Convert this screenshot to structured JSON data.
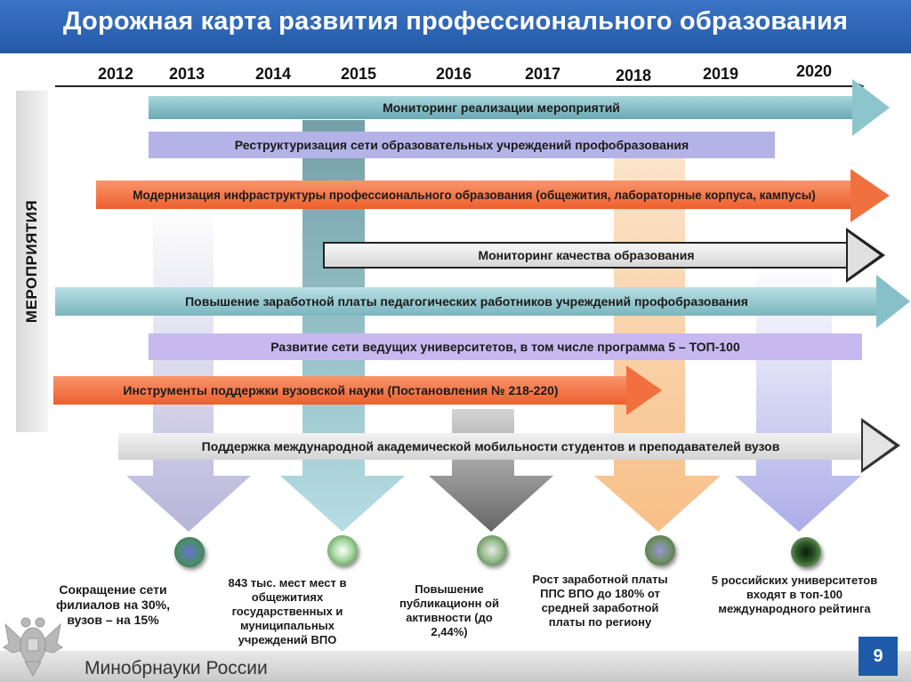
{
  "header": {
    "title": "Дорожная карта развития профессионального образования"
  },
  "years": [
    "2012",
    "2013",
    "2014",
    "2015",
    "2016",
    "2017",
    "2018",
    "2019",
    "2020"
  ],
  "side_label": "МЕРОПРИЯТИЯ",
  "activities": [
    "Мониторинг реализации мероприятий",
    "Реструктуризация сети образовательных учреждений профобразования",
    "Модернизация инфраструктуры профессионального образования (общежития, лабораторные корпуса, кампусы)",
    "Мониторинг качества образования",
    "Повышение заработной платы педагогических работников учреждений профобразования",
    "Развитие сети ведущих университетов, в том числе программа 5 – ТОП-100",
    "Инструменты поддержки вузовской науки (Постановления № 218-220)",
    "Поддержка международной академической мобильности студентов и преподавателей вузов"
  ],
  "results": [
    "Сокращение сети филиалов на 30%, вузов – на 15%",
    "843 тыс. мест мест в общежитиях государственных и муниципальных учреждений ВПО",
    "Повышение публикационн ой активности (до 2,44%)",
    "Рост заработной платы ППС ВПО до 180% от средней заработной платы по региону",
    "5 российских университетов входят в топ-100 международного рейтинга"
  ],
  "footer": {
    "ministry": "Минобрнауки России",
    "page": "9"
  },
  "colors": {
    "header": "#2459a8",
    "teal": "#7fbcc4",
    "lavender": "#b3b3e8",
    "orange": "#f06a3a",
    "grey": "#e6e6e6",
    "violet": "#c8b8f0",
    "stream_orange": "#f7c894"
  }
}
